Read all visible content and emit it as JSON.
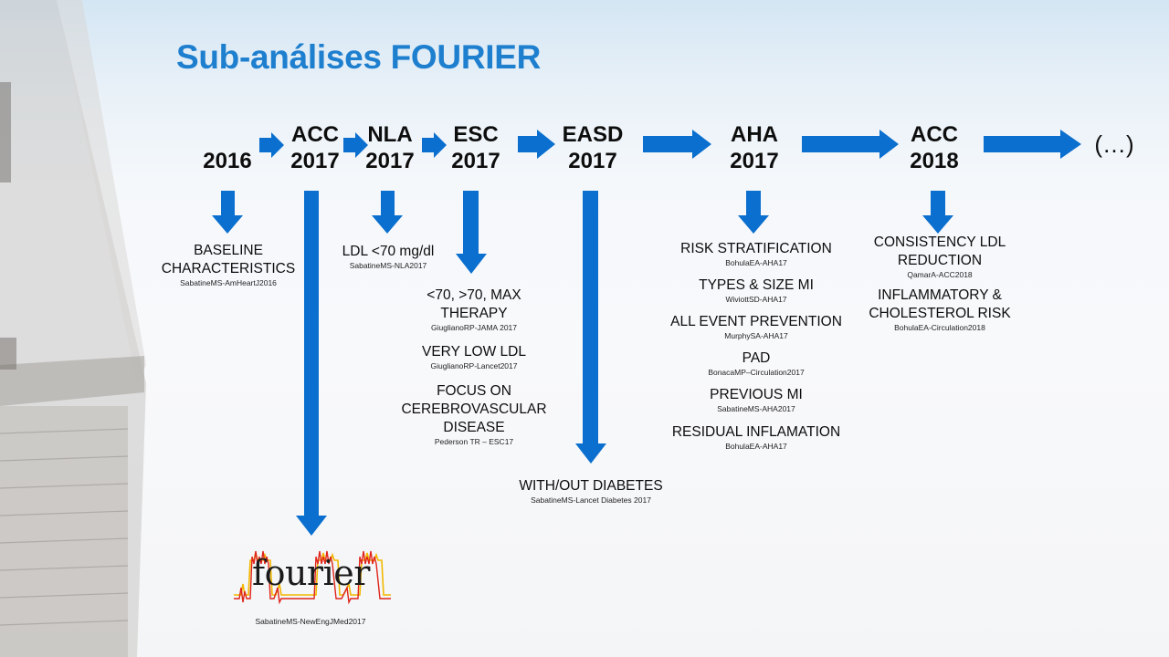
{
  "title": "Sub-análises FOURIER",
  "timeline": [
    {
      "id": "2016",
      "line1": "",
      "line2": "2016"
    },
    {
      "id": "acc2017",
      "line1": "ACC",
      "line2": "2017"
    },
    {
      "id": "nla2017",
      "line1": "NLA",
      "line2": "2017"
    },
    {
      "id": "esc2017",
      "line1": "ESC",
      "line2": "2017"
    },
    {
      "id": "easd2017",
      "line1": "EASD",
      "line2": "2017"
    },
    {
      "id": "aha2017",
      "line1": "AHA",
      "line2": "2017"
    },
    {
      "id": "acc2018",
      "line1": "ACC",
      "line2": "2018"
    },
    {
      "id": "more",
      "line1": "",
      "line2": "(…)"
    }
  ],
  "y2016": [
    {
      "text": "BASELINE",
      "ref": ""
    },
    {
      "text": "CHARACTERISTICS",
      "ref": "SabatineMS-AmHeartJ2016"
    }
  ],
  "nla": [
    {
      "text": "LDL <70 mg/dl",
      "ref": "SabatineMS-NLA2017"
    }
  ],
  "esc": [
    {
      "line1": "<70, >70, MAX",
      "line2": "THERAPY",
      "ref": "GiuglianoRP-JAMA 2017"
    },
    {
      "line1": "VERY LOW LDL",
      "ref": "GiuglianoRP-Lancet2017"
    },
    {
      "line1": "FOCUS ON",
      "line2": "CEREBROVASCULAR",
      "line3": "DISEASE",
      "ref": "Pederson TR – ESC17"
    }
  ],
  "easd": [
    {
      "text": "WITH/OUT DIABETES",
      "ref": "SabatineMS-Lancet Diabetes 2017"
    }
  ],
  "aha": [
    {
      "text": "RISK STRATIFICATION",
      "ref": "BohulaEA-AHA17"
    },
    {
      "text": "TYPES & SIZE MI",
      "ref": "WiviottSD-AHA17"
    },
    {
      "text": "ALL EVENT PREVENTION",
      "ref": "MurphySA-AHA17"
    },
    {
      "text": "PAD",
      "ref": "BonacaMP–Circulation2017"
    },
    {
      "text": "PREVIOUS MI",
      "ref": "SabatineMS-AHA2017"
    },
    {
      "text": "RESIDUAL INFLAMATION",
      "ref": "BohulaEA-AHA17"
    }
  ],
  "acc2018": [
    {
      "line1": "CONSISTENCY LDL",
      "line2": "REDUCTION",
      "ref": "QamarA-ACC2018"
    },
    {
      "line1": "INFLAMMATORY &",
      "line2": "CHOLESTEROL RISK",
      "ref": "BohulaEA-Circulation2018"
    }
  ],
  "acc2017": {
    "logo_text": "fourier",
    "ref": "SabatineMS-NewEngJMed2017"
  },
  "colors": {
    "title": "#1e7fcf",
    "arrow": "#0a6fce",
    "logo_wave_red": "#e0241b",
    "logo_wave_yellow": "#f2b800"
  }
}
